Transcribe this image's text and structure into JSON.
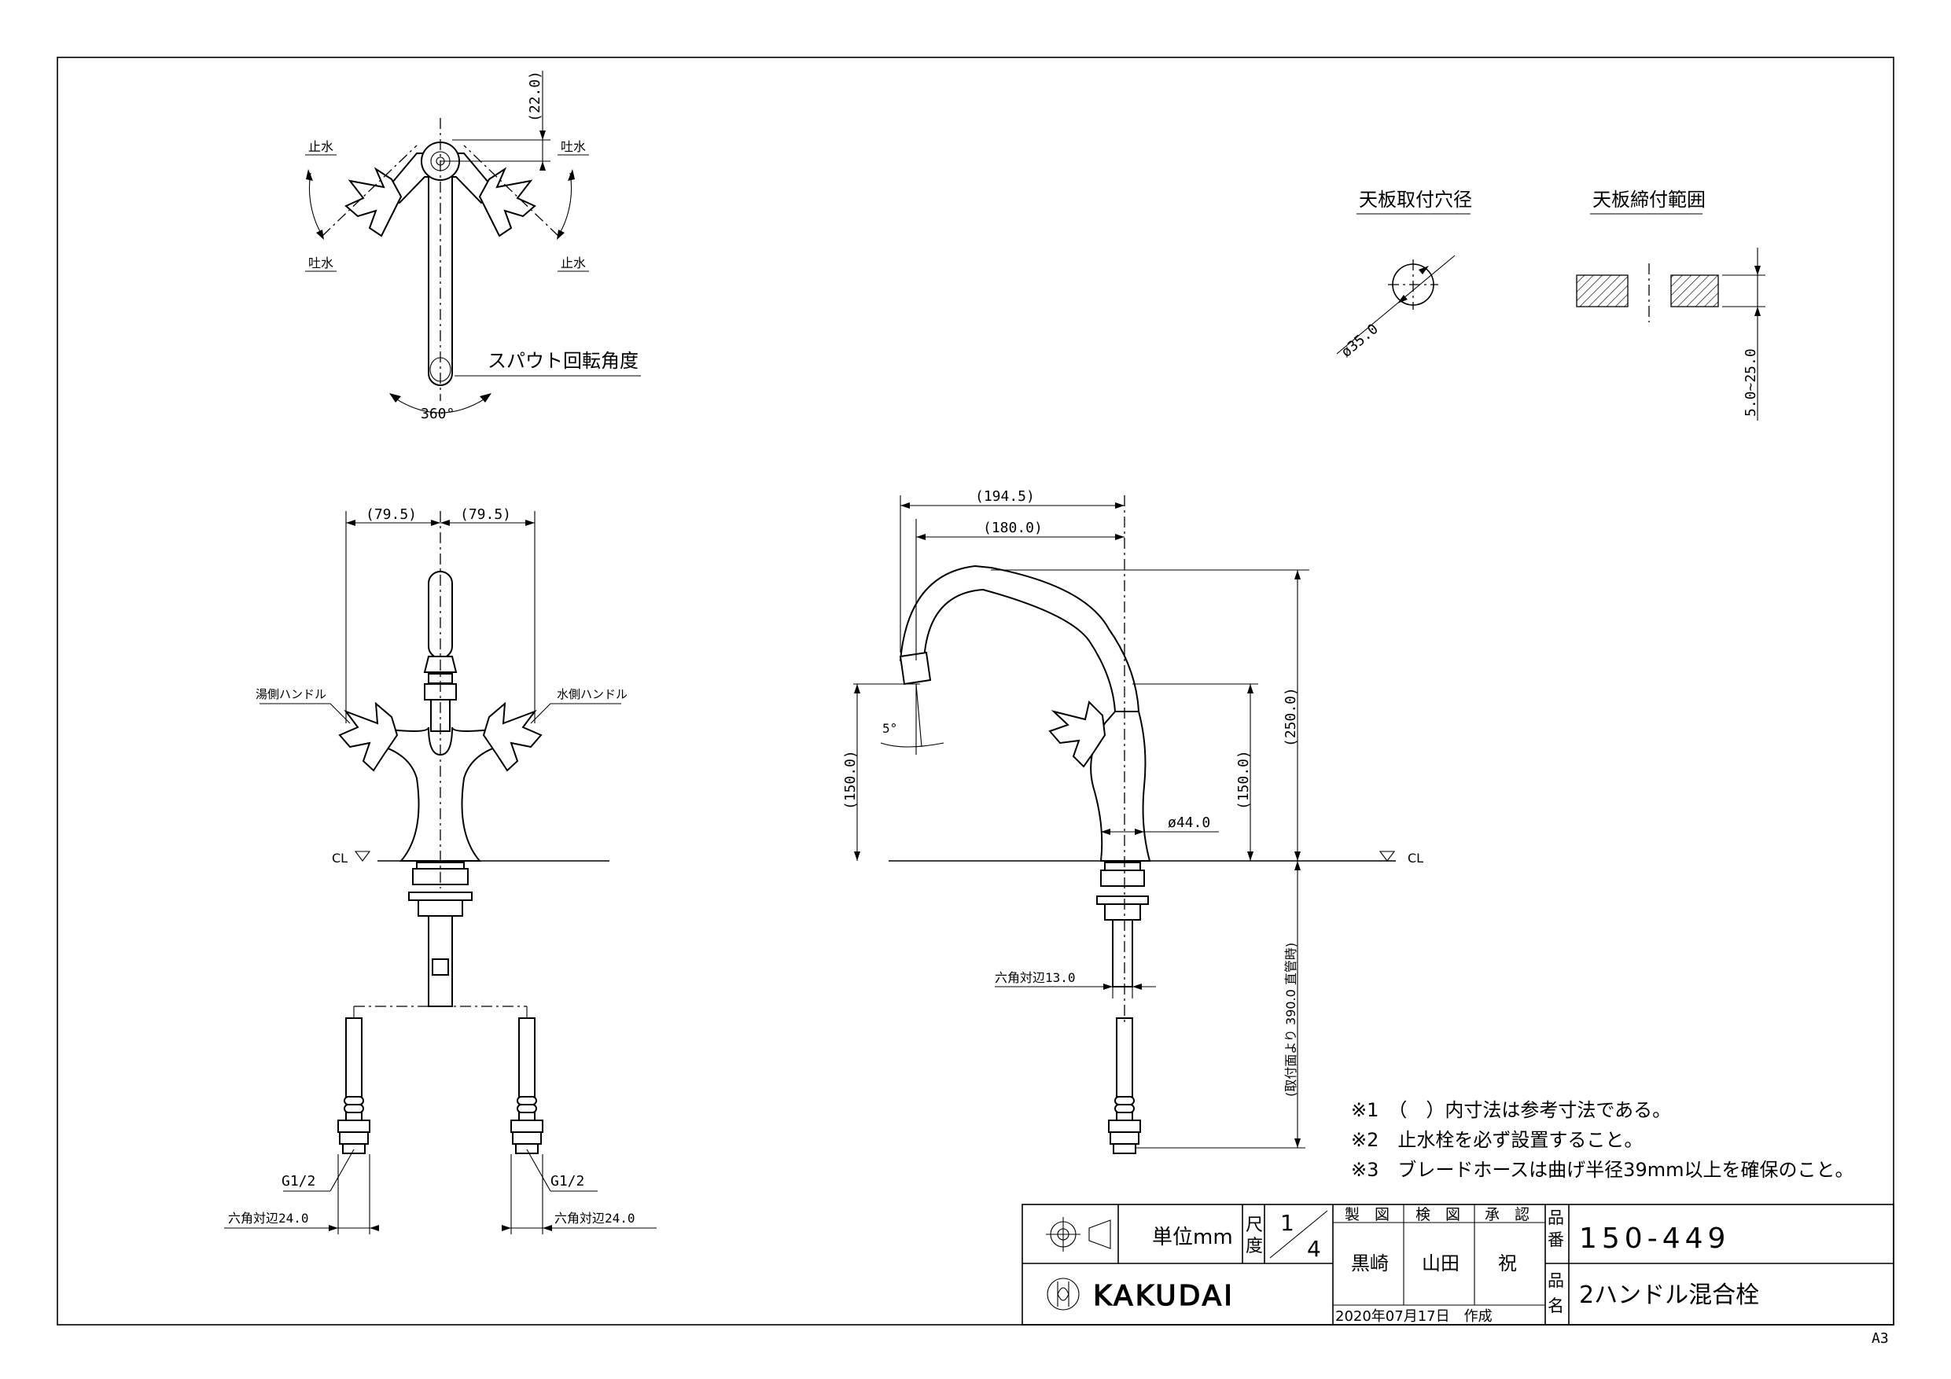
{
  "top_view": {
    "labels": [
      "止水",
      "吐水",
      "吐水",
      "止水"
    ],
    "dim_top": "(22.0)",
    "spout_label": "スパウト回転角度",
    "rotation": "360°"
  },
  "hole": {
    "title": "天板取付穴径",
    "diameter": "ø35.0"
  },
  "thickness": {
    "title": "天板締付範囲",
    "range": "5.0~25.0"
  },
  "front_view": {
    "dim_left": "(79.5)",
    "dim_right": "(79.5)",
    "hot_handle": "湯側ハンドル",
    "cold_handle": "水側ハンドル",
    "cl": "CL",
    "thread_left": "G1/2",
    "thread_right": "G1/2",
    "hex_left": "六角対辺24.0",
    "hex_right": "六角対辺24.0"
  },
  "side_view": {
    "dim_reach_outer": "(194.5)",
    "dim_reach_inner": "(180.0)",
    "dim_height": "(250.0)",
    "dim_left_150": "(150.0)",
    "dim_right_150": "(150.0)",
    "angle": "5°",
    "diameter": "ø44.0",
    "cl": "CL",
    "hex": "六角対辺13.0",
    "hose_length": "(取付面より 390.0 直管時)"
  },
  "notes": [
    "※1　（　）内寸法は参考寸法である。",
    "※2　止水栓を必ず設置すること。",
    "※3　ブレードホースは曲げ半径39mm以上を確保のこと。"
  ],
  "title_block": {
    "unit_label": "単位mm",
    "scale_label_1": "尺",
    "scale_label_2": "度",
    "scale_num": "1",
    "scale_den": "4",
    "role_1": "製　図",
    "role_2": "検　図",
    "role_3": "承　認",
    "name_1": "黒崎",
    "name_2": "山田",
    "name_3": "祝",
    "date": "2020年07月17日　作成",
    "no_label_1": "品",
    "no_label_2": "番",
    "name_label_1": "品",
    "name_label_2": "名",
    "part_number": "150-449",
    "product_name": "2ハンドル混合栓",
    "brand": "KAKUDAI"
  },
  "paper_size": "A3"
}
